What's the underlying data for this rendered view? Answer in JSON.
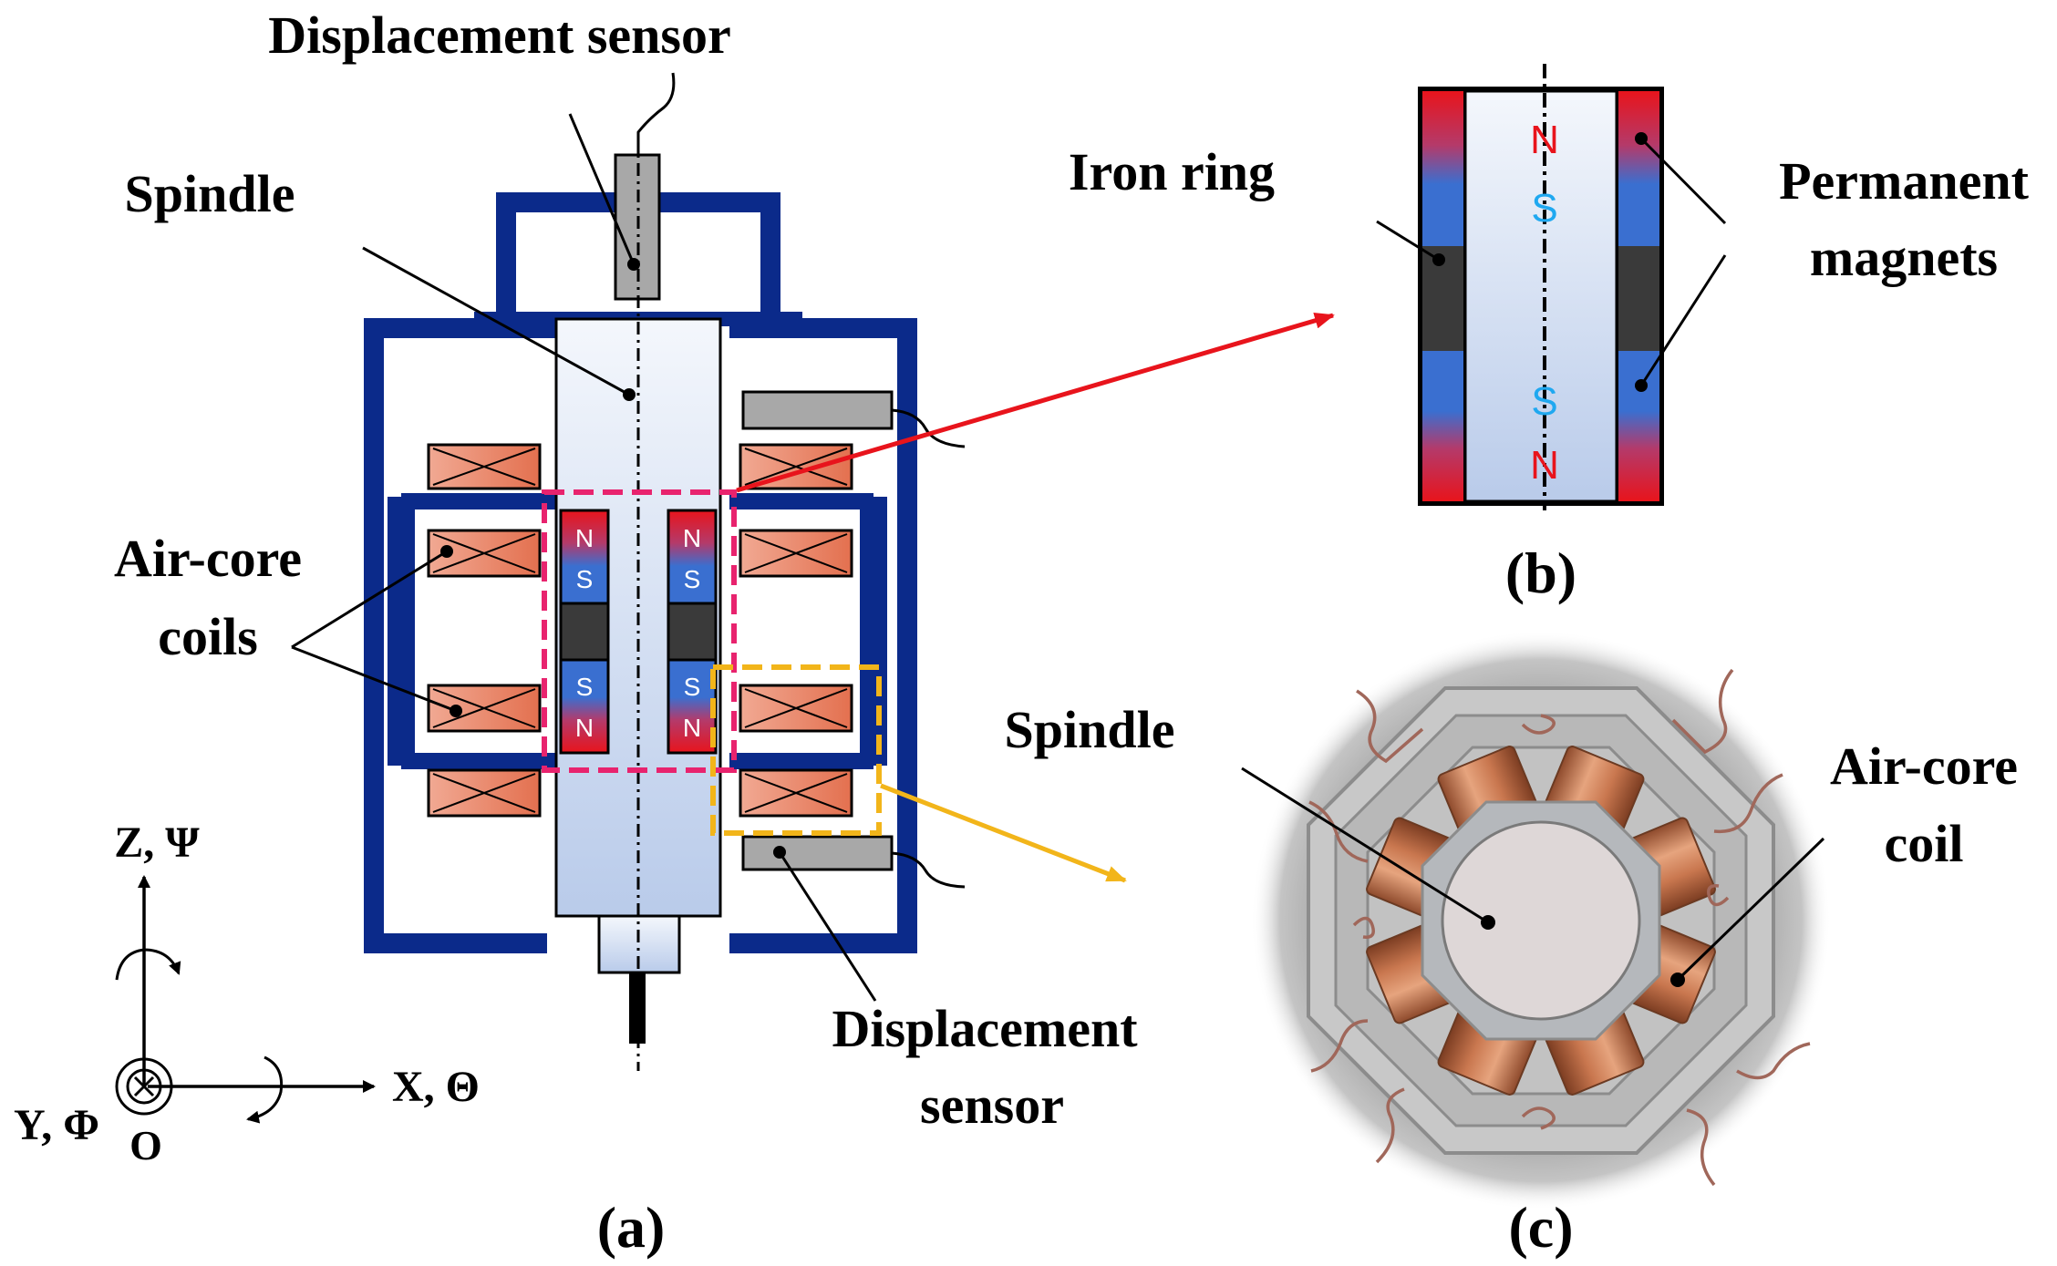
{
  "panels": {
    "a": {
      "caption": "(a)",
      "labels": {
        "displacement_sensor_top": "Displacement sensor",
        "spindle": "Spindle",
        "air_core_coils_line1": "Air-core",
        "air_core_coils_line2": "coils",
        "displacement_sensor_bottom_line1": "Displacement",
        "displacement_sensor_bottom_line2": "sensor"
      },
      "axes": {
        "z": "Z, Ψ",
        "x": "X, Θ",
        "y": "Y, Φ",
        "origin": "O"
      },
      "poles": {
        "upper": [
          "N",
          "S"
        ],
        "lower": [
          "S",
          "N"
        ]
      }
    },
    "b": {
      "caption": "(b)",
      "labels": {
        "iron_ring": "Iron ring",
        "permanent_magnets_line1": "Permanent",
        "permanent_magnets_line2": "magnets"
      },
      "poles": [
        "N",
        "S",
        "S",
        "N"
      ]
    },
    "c": {
      "caption": "(c)",
      "labels": {
        "spindle": "Spindle",
        "air_core_coil_line1": "Air-core",
        "air_core_coil_line2": "coil"
      }
    }
  },
  "colors": {
    "housing": "#0b2a8a",
    "coil": "#e8806a",
    "magnet_north": "#e8141c",
    "magnet_south": "#3a6fd0",
    "iron": "#3a3a3a",
    "sensor": "#a8a8a8",
    "pink_box": "#e8236e",
    "yellow_box": "#f2b51a",
    "red_arrow": "#e8141c",
    "yellow_arrow": "#f2b51a"
  }
}
